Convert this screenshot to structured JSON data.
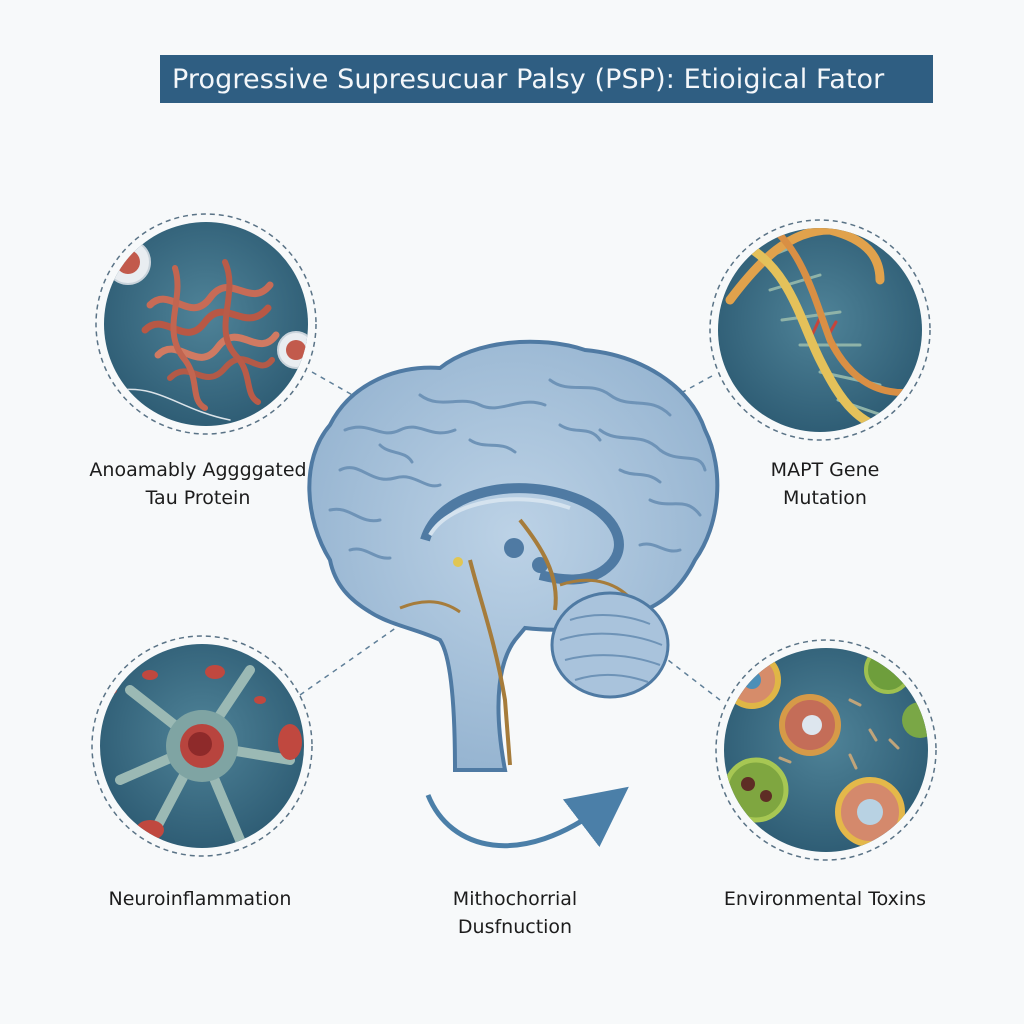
{
  "title": "Progressive Supresucuar Palsy (PSP): Etioigical Fator",
  "factors": {
    "tau": {
      "line1": "Anoamably Aggggated",
      "line2": "Tau Protein",
      "icon": "tau-protein-icon"
    },
    "mapt": {
      "line1": "MAPT Gene",
      "line2": "Mutation",
      "icon": "dna-helix-icon"
    },
    "neuro": {
      "line1": "Neuroinflammation",
      "icon": "neuron-icon"
    },
    "mito": {
      "line1": "Mithochorrial",
      "line2": "Dusfnuction",
      "icon": "curved-arrow-icon"
    },
    "env": {
      "line1": "Environmental Toxins",
      "icon": "toxin-cells-icon"
    }
  },
  "center": {
    "icon": "brain-icon"
  },
  "colors": {
    "title_bg": "#2f5e82",
    "circle_bg": "#3d6f86",
    "brain_fill": "#a9c3dc",
    "brain_stroke": "#4f7aa3",
    "tract": "#a67c3b",
    "dna_a": "#e1a24c",
    "dna_b": "#e4c15a"
  }
}
